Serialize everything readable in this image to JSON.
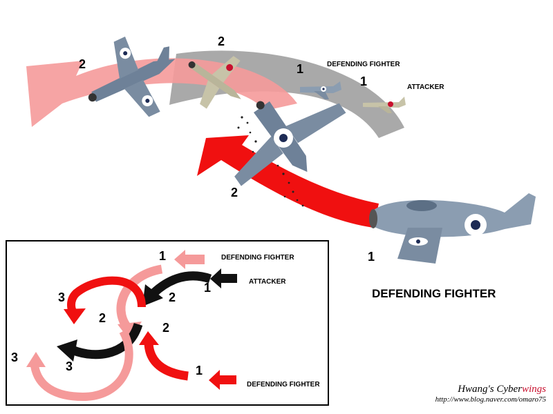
{
  "labels": {
    "defending_fighter": "DEFENDING FIGHTER",
    "attacker": "ATTACKER",
    "one": "1",
    "two": "2",
    "three": "3"
  },
  "credit": {
    "name_prefix": "Hwang's Cyber",
    "name_accent": "wings",
    "url": "http://www.blog.naver.com/omaro75"
  },
  "colors": {
    "red": "#f01010",
    "pink": "#f59a9a",
    "gray": "#9a9a9a",
    "black": "#111111",
    "navy_plane": "#6e8198",
    "zero_plane": "#b9b59a",
    "hinomaru": "#c8102e"
  }
}
